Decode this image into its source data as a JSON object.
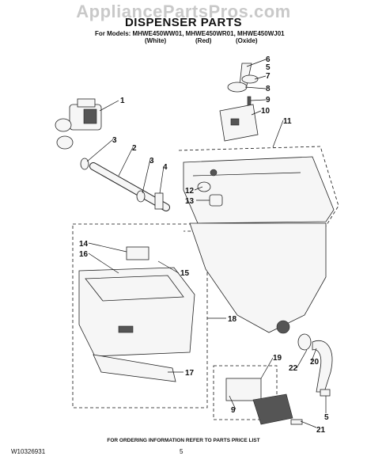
{
  "watermark": "AppliancePartsPros.com",
  "title": "DISPENSER PARTS",
  "models_line": "For Models: MHWE450WW01, MHWE450WR01, MHWE450WJ01",
  "variants": [
    "(White)",
    "(Red)",
    "(Oxide)"
  ],
  "footer_note": "FOR ORDERING INFORMATION REFER TO PARTS PRICE LIST",
  "doc_number": "W10326931",
  "page_number": "5",
  "callouts": [
    "1",
    "2",
    "3",
    "3",
    "4",
    "5",
    "5",
    "6",
    "7",
    "8",
    "9",
    "9",
    "10",
    "11",
    "12",
    "13",
    "14",
    "15",
    "16",
    "17",
    "18",
    "19",
    "20",
    "21",
    "22"
  ]
}
